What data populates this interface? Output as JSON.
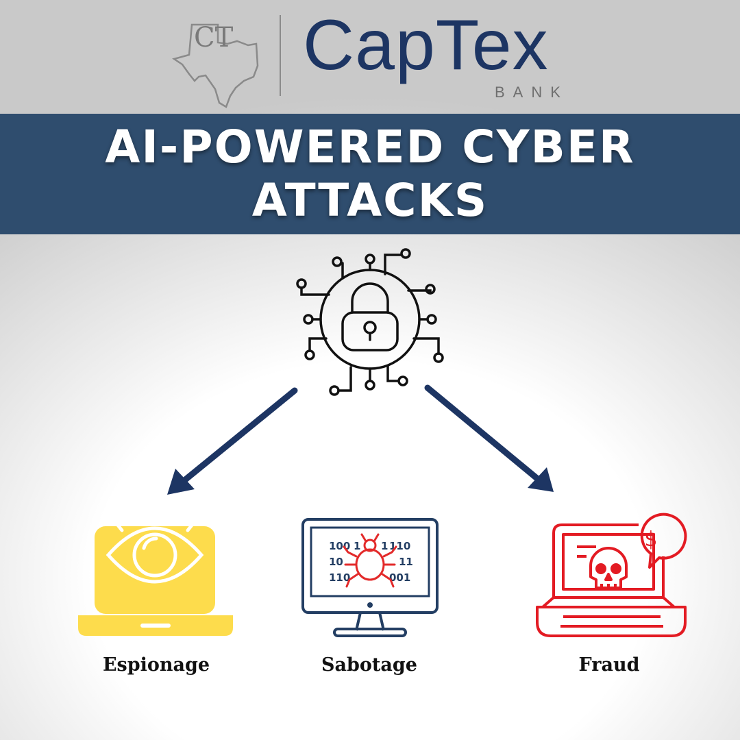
{
  "logo": {
    "monogram": "CT",
    "name": "CapTex",
    "subtitle": "BANK"
  },
  "banner": {
    "title": "AI-POWERED CYBER ATTACKS"
  },
  "sabotage_screen": {
    "binary_lines": [
      "100",
      "1",
      "1",
      "110",
      "10",
      "11",
      "110",
      "001"
    ]
  },
  "categories": [
    {
      "label": "Espionage",
      "icon": "eye-laptop-icon"
    },
    {
      "label": "Sabotage",
      "icon": "bug-monitor-icon"
    },
    {
      "label": "Fraud",
      "icon": "skull-laptop-icon"
    }
  ],
  "colors": {
    "brand_navy": "#1d3563",
    "banner": "#2f4d6e",
    "espionage": "#fddc4c",
    "sabotage_frame": "#233e63",
    "sabotage_bug": "#e32a2a",
    "fraud": "#e31b23"
  }
}
